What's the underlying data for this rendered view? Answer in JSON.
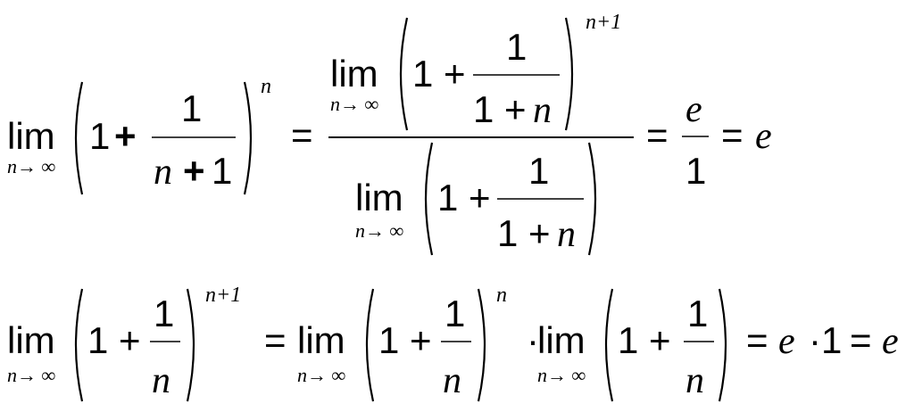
{
  "lim": "lim",
  "sub": "n→ ∞",
  "one": "1",
  "plus": "+",
  "eq": "=",
  "dot": "·",
  "n": "n",
  "e": "e",
  "np1": "n+1",
  "n_p": "n +",
  "one_p": "1 +"
}
